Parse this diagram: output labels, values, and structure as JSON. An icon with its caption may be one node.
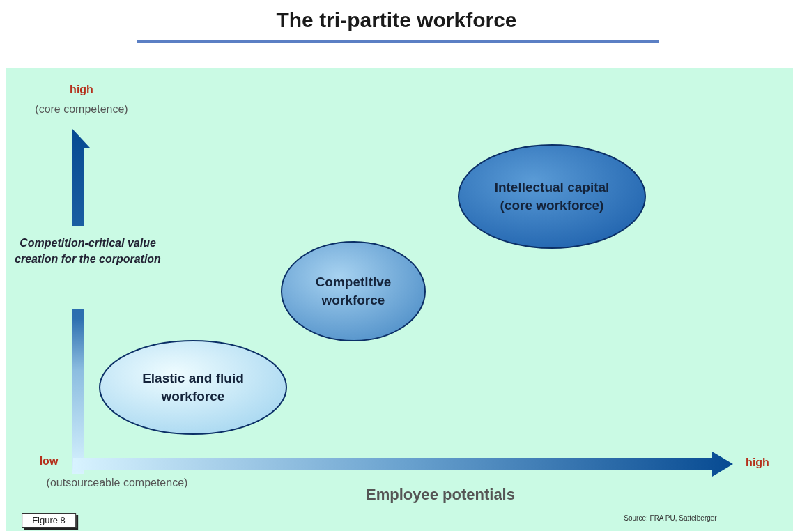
{
  "diagram": {
    "title": "The tri-partite workforce",
    "nodes": [
      {
        "text": [
          "Elastic and fluid workforce"
        ]
      },
      {
        "text": [
          "Competitive workforce"
        ]
      },
      {
        "text": [
          "Intellectual capital (core workforce)"
        ]
      }
    ],
    "edges": [],
    "labels": [
      "high",
      "(core competence)",
      "Competition-critical value creation for the corporation",
      "low",
      "(outsourceable competence)",
      "high",
      "Employee potentials",
      "Figure 8",
      "Source: FRA PU, Sattelberger"
    ]
  }
}
